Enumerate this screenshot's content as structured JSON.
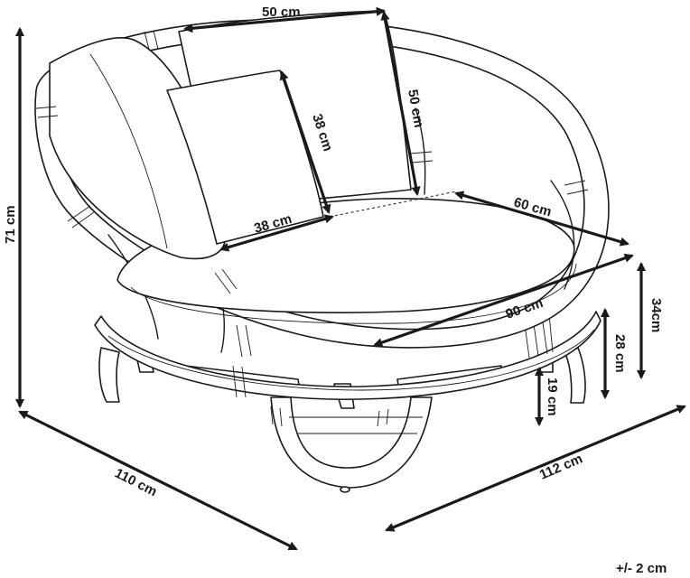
{
  "dimensions": {
    "top_width": "50 cm",
    "back_height": "50 cm",
    "pillow_height": "38 cm",
    "pillow_width": "38 cm",
    "seat_depth": "60 cm",
    "seat_width": "90 cm",
    "seat_height": "34cm",
    "frame_height": "28 cm",
    "leg_height": "19 cm",
    "total_height": "71 cm",
    "length_left": "110 cm",
    "length_right": "112 cm"
  },
  "tolerance": "+/- 2 cm",
  "colors": {
    "line": "#1a1a1a",
    "background": "#ffffff"
  }
}
